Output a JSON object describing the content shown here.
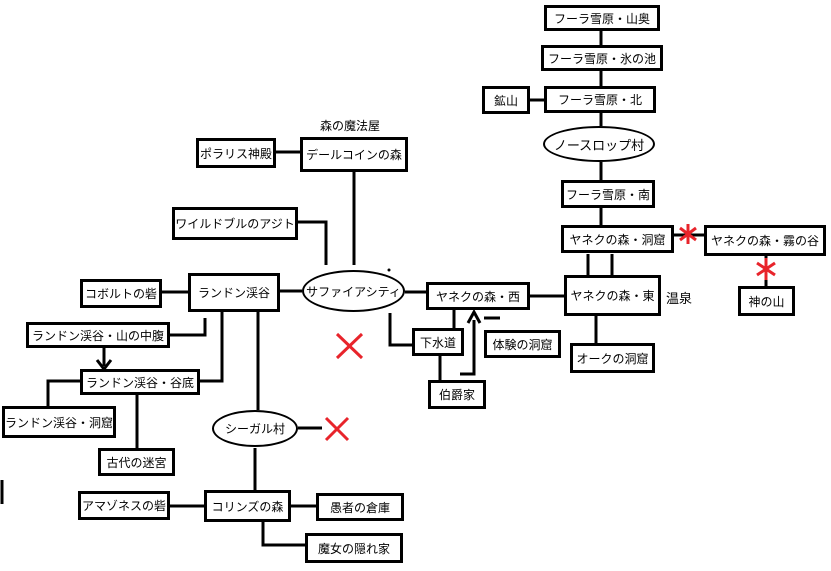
{
  "nodes": {
    "fura_okuyama": "フーラ雪原・山奥",
    "fura_ike": "フーラ雪原・氷の池",
    "koza": "鉱山",
    "fura_kita": "フーラ雪原・北",
    "northrop": "ノースロップ村",
    "fura_minami": "フーラ雪原・南",
    "yaneku_dokutsu": "ヤネクの森・洞窟",
    "yaneku_kiri": "ヤネクの森・霧の谷",
    "kami_yama": "神の山",
    "yaneku_higashi": "ヤネクの森・東",
    "ork_dokutsu": "オークの洞窟",
    "porarisu": "ポラリス神殿",
    "dalecoin": "デールコインの森",
    "wildbull": "ワイルドブルのアジト",
    "sapphire": "サファイアシティ",
    "yaneku_nishi": "ヤネクの森・西",
    "kobolt": "コボルトの砦",
    "randon": "ランドン渓谷",
    "gesuido": "下水道",
    "taiken": "体験の洞窟",
    "randon_chufuku": "ランドン渓谷・山の中腹",
    "randon_tanizoko": "ランドン渓谷・谷底",
    "hakushaku": "伯爵家",
    "randon_dokutsu": "ランドン渓谷・洞窟",
    "seagal": "シーガル村",
    "kodai": "古代の迷宮",
    "amazones": "アマゾネスの砦",
    "colins": "コリンズの森",
    "gusha": "愚者の倉庫",
    "majo": "魔女の隠れ家"
  },
  "labels": {
    "mori_mahouya": "森の魔法屋",
    "onsen": "温泉"
  },
  "colors": {
    "line": "#000000",
    "blocked": "#e8242b"
  }
}
